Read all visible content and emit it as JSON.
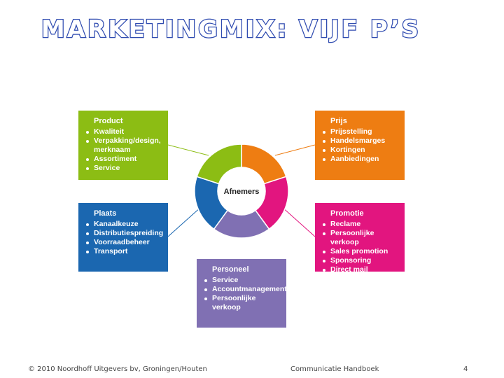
{
  "title": "MARKETINGMIX: VIJF P’S",
  "center_label": "Afnemers",
  "colors": {
    "product": "#8cbd14",
    "prijs": "#ee7d12",
    "plaats": "#1b67b0",
    "promotie": "#e2157f",
    "personeel": "#8070b3",
    "title_outline": "#2f4bb0"
  },
  "boxes": {
    "product": {
      "heading": "Product",
      "items": [
        "Kwaliteit",
        "Verpakking/design, merknaam",
        "Assortiment",
        "Service"
      ]
    },
    "prijs": {
      "heading": "Prijs",
      "items": [
        "Prijsstelling",
        "Handelsmarges",
        "Kortingen",
        "Aanbiedingen"
      ]
    },
    "plaats": {
      "heading": "Plaats",
      "items": [
        "Kanaalkeuze",
        "Distributiespreiding",
        "Voorraadbeheer",
        "Transport"
      ]
    },
    "promotie": {
      "heading": "Promotie",
      "items": [
        "Reclame",
        "Persoonlijke verkoop",
        "Sales promotion",
        "Sponsoring",
        "Direct mail"
      ]
    },
    "personeel": {
      "heading": "Personeel",
      "items": [
        "Service",
        "Accountmanagement",
        "Persoonlijke verkoop"
      ]
    }
  },
  "footer": {
    "copyright": "© 2010 Noordhoff Uitgevers bv, Groningen/Houten",
    "book": "Communicatie Handboek",
    "page": "4"
  }
}
